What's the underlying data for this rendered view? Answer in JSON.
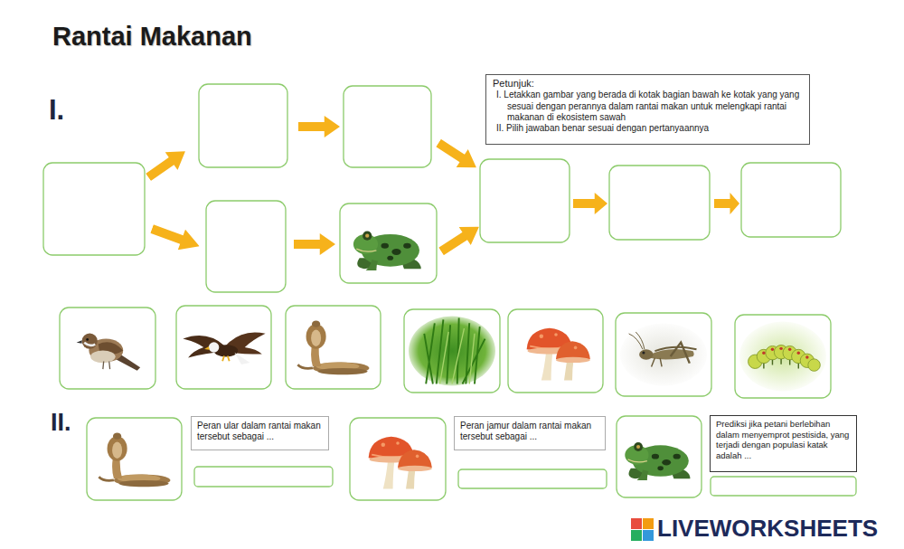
{
  "diagram": {
    "title": "Rantai Makanan",
    "nodes": [
      {
        "text": [
          "Petunjuk:",
          "I. Letakkan gambar yang berada di kotak bagian bawah ke  kotak yang yang sesuai dengan perannya dalam rantai makan untuk melengkapi rantai makanan di ekosistem sawah",
          "II. Pilih jawaban benar  sesuai dengan pertanyaannya"
        ]
      },
      {
        "text": [
          "Peran ular dalam rantai makan tersebut sebagai ..."
        ]
      },
      {
        "text": [
          "Peran jamur  dalam rantai makan tersebut sebagai ..."
        ]
      },
      {
        "text": [
          "Prediksi  jika petani berlebihan dalam menyemprot pestisida, yang terjadi dengan populasi katak adalah ..."
        ]
      }
    ],
    "labels": [
      "I.",
      "II.",
      "LIVEWORKSHEETS"
    ]
  }
}
